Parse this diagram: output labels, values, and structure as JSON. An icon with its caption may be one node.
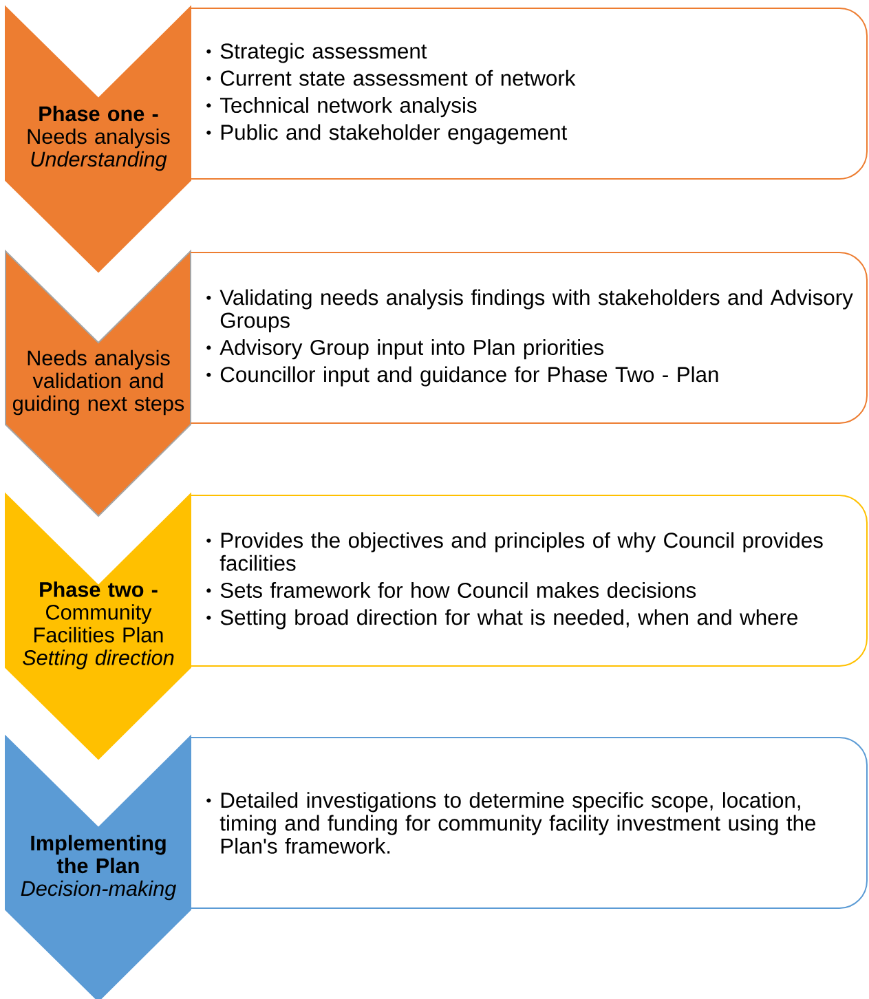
{
  "diagram": {
    "nodes": [
      {
        "text": [
          "Phase one -",
          "Needs analysis",
          "Understanding"
        ]
      },
      {
        "text": [
          "Strategic assessment",
          "Current state assessment of network",
          "Technical network analysis",
          "Public and stakeholder engagement"
        ]
      },
      {
        "text": [
          "Needs analysis validation and guiding next steps"
        ]
      },
      {
        "text": [
          "Validating needs analysis findings with stakeholders and Advisory Groups",
          "Advisory Group input into Plan priorities",
          "Councillor input and guidance for Phase Two - Plan"
        ]
      },
      {
        "text": [
          "Phase two -",
          "Community Facilities Plan",
          "Setting direction"
        ]
      },
      {
        "text": [
          "Provides the objectives and principles of why Council provides facilities",
          "Sets framework for how Council makes decisions",
          "Setting broad direction for what is needed, when and where"
        ]
      },
      {
        "text": [
          "Implementing the Plan",
          "Decision-making"
        ]
      },
      {
        "text": [
          "Detailed investigations to determine specific scope, location, timing and funding for community facility investment using the Plan's framework."
        ]
      }
    ]
  }
}
